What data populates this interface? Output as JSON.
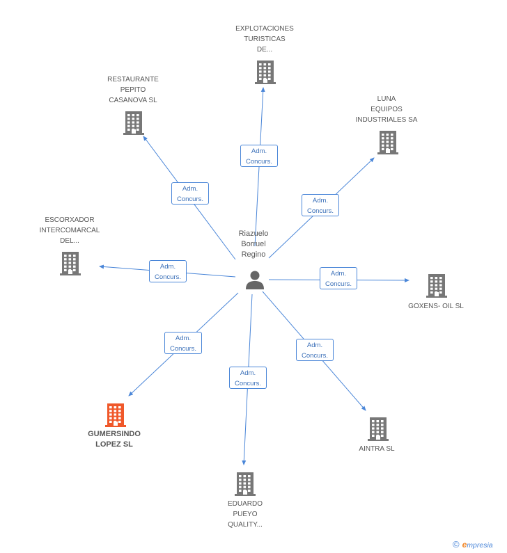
{
  "center": {
    "name_lines": [
      "Riazuelo",
      "Borruel",
      "Regino"
    ],
    "icon": "person-icon"
  },
  "edge_label": [
    "Adm.",
    "Concurs."
  ],
  "companies": [
    {
      "key": "explotaciones",
      "lines": [
        "EXPLOTACIONES",
        "TURISTICAS",
        "DE..."
      ],
      "icon": "building-icon",
      "color": "#777777"
    },
    {
      "key": "restaurante",
      "lines": [
        "RESTAURANTE",
        "PEPITO",
        "CASANOVA SL"
      ],
      "icon": "building-icon",
      "color": "#777777"
    },
    {
      "key": "luna",
      "lines": [
        "LUNA",
        "EQUIPOS",
        "INDUSTRIALES SA"
      ],
      "icon": "building-icon",
      "color": "#777777"
    },
    {
      "key": "escorxador",
      "lines": [
        "ESCORXADOR",
        "INTERCOMARCAL",
        "DEL..."
      ],
      "icon": "building-icon",
      "color": "#777777"
    },
    {
      "key": "goxens",
      "lines": [
        "GOXENS- OIL SL"
      ],
      "icon": "building-icon",
      "color": "#777777"
    },
    {
      "key": "gumersindo",
      "lines": [
        "GUMERSINDO",
        "LOPEZ SL"
      ],
      "icon": "building-icon",
      "color": "#f0582a"
    },
    {
      "key": "aintra",
      "lines": [
        "AINTRA SL"
      ],
      "icon": "building-icon",
      "color": "#777777"
    },
    {
      "key": "eduardo",
      "lines": [
        "EDUARDO",
        "PUEYO",
        "QUALITY..."
      ],
      "icon": "building-icon",
      "color": "#777777"
    }
  ],
  "colors": {
    "edge": "#4a86d8",
    "building": "#777777",
    "highlight": "#f0582a",
    "person": "#666666"
  },
  "footer": {
    "copyright": "©",
    "brand_initial": "e",
    "brand_rest": "mpresia"
  }
}
